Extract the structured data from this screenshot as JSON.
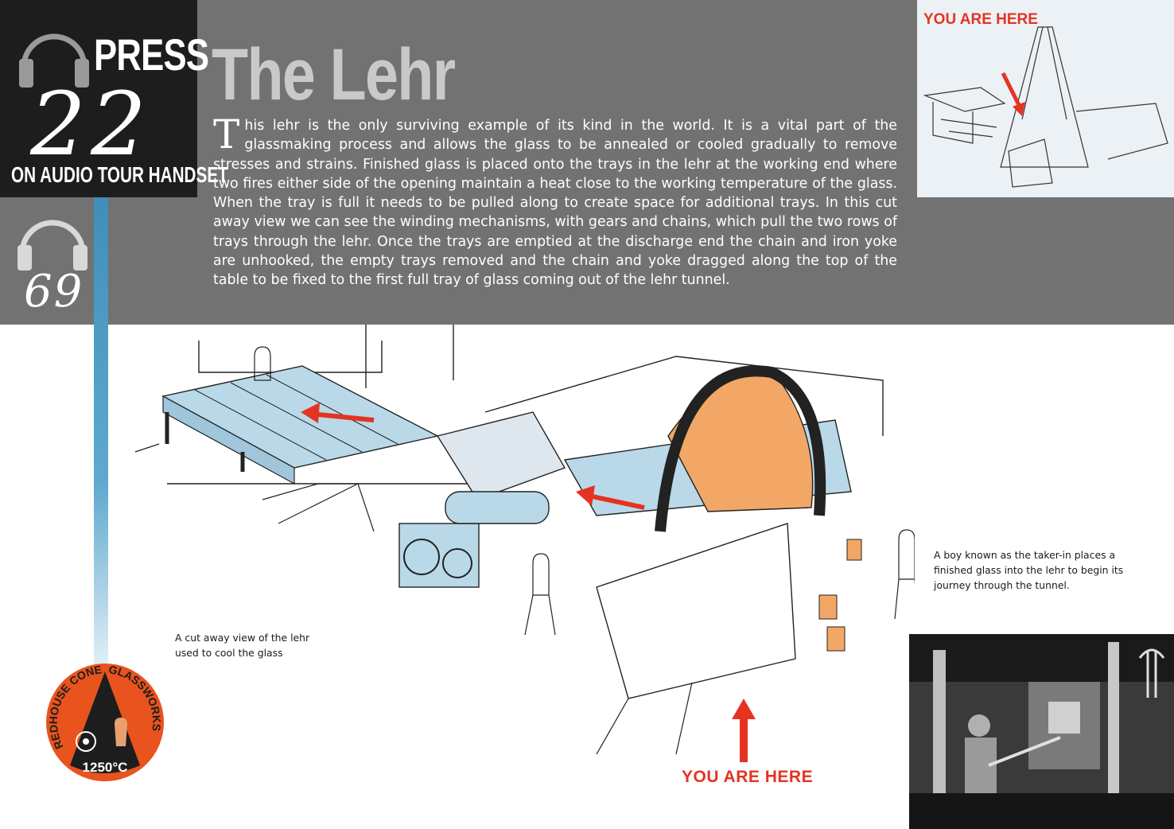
{
  "press": {
    "label": "PRESS",
    "number": "22",
    "sub": "ON AUDIO TOUR HANDSET",
    "alt_number": "69"
  },
  "title": "The Lehr",
  "body": {
    "dropcap": "T",
    "text": "his lehr is the only surviving example of its kind in the world. It is a vital part of the glassmaking process and allows the glass to be annealed or cooled gradually to remove stresses and strains. Finished glass is placed onto the trays in the lehr at the working end where two fires either side of the opening maintain a heat close to the working temperature of the glass. When the tray is full it needs to be pulled along to create space for additional trays.  In this cut away view we can see the winding mechanisms, with gears and chains, which pull the two rows of trays through the lehr. Once the trays are emptied at the discharge end the chain and iron yoke are unhooked, the empty trays removed and the chain and yoke dragged along the top of the table to be fixed to the first full tray of glass coming out of the lehr tunnel."
  },
  "inset": {
    "label": "YOU ARE HERE"
  },
  "captions": {
    "cutaway": "A cut away view of the lehr used to cool the glass",
    "boy": "A boy known as the taker-in places a finished glass into the lehr to begin its journey through the tunnel."
  },
  "you_are_here": "YOU ARE HERE",
  "logo": {
    "arc_left": "REDHOUSE CONE",
    "arc_right": "GLASSWORKS",
    "temp": "1250°C"
  },
  "colors": {
    "band": "#727272",
    "press_box": "#1d1d1d",
    "accent_red": "#e53322",
    "tray_blue": "#b9d9e8",
    "furnace_orange": "#f2a766"
  },
  "icons": [
    "headphones-icon",
    "headphones-icon",
    "red-arrow-icon"
  ]
}
